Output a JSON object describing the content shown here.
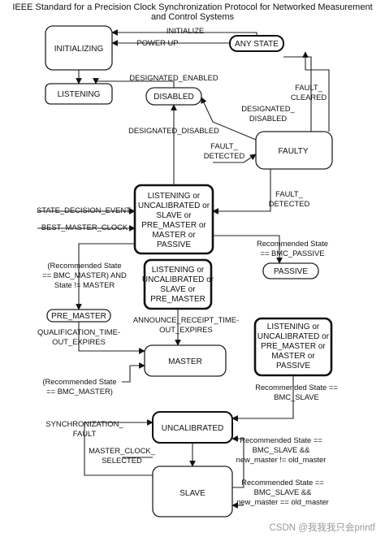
{
  "title": {
    "line1": "IEEE Standard for a Precision Clock Synchronization Protocol for Networked Measurement",
    "line2": "and Control Systems"
  },
  "states": {
    "initializing": "INITIALIZING",
    "listening": "LISTENING",
    "disabled": "DISABLED",
    "any_state": "ANY STATE",
    "faulty": "FAULTY",
    "center": [
      "LISTENING or",
      "UNCALIBRATED or",
      "SLAVE or",
      "PRE_MASTER or",
      "MASTER or",
      "PASSIVE"
    ],
    "passive": "PASSIVE",
    "mid": [
      "LISTENING or",
      "UNCALIBRATED or",
      "SLAVE or",
      "PRE_MASTER"
    ],
    "pre_master": "PRE_MASTER",
    "right": [
      "LISTENING or",
      "UNCALIBRATED or",
      "PRE_MASTER or",
      "MASTER or",
      "PASSIVE"
    ],
    "master": "MASTER",
    "uncalibrated": "UNCALIBRATED",
    "slave": "SLAVE"
  },
  "labels": {
    "initialize": "INITIALIZE",
    "power_up": "POWER UP",
    "designated_enabled": "DESIGNATED_ENABLED",
    "fault_cleared": [
      "FAULT_",
      "CLEARED"
    ],
    "designated_disabled_right": [
      "DESIGNATED_",
      "DISABLED"
    ],
    "designated_disabled": "DESIGNATED_DISABLED",
    "fault_detected_left": [
      "FAULT_",
      "DETECTED"
    ],
    "fault_detected_right": [
      "FAULT_",
      "DETECTED"
    ],
    "state_decision_event": "STATE_DECISION_EVENT",
    "best_master_clock": "BEST_MASTER_CLOCK",
    "recommended_passive": [
      "Recommended State",
      "== BMC_PASSIVE"
    ],
    "recommended_master_left": [
      "(Recommended State",
      "== BMC_MASTER) AND",
      "State != MASTER"
    ],
    "announce_receipt": [
      "ANNOUNCE_RECEIPT_TIME-",
      "OUT_EXPIRES"
    ],
    "qualification": [
      "QUALIFICATION_TIME-",
      "OUT_EXPIRES"
    ],
    "recommended_master_lower": [
      "(Recommended State",
      "== BMC_MASTER)"
    ],
    "recommended_slave": [
      "Recommended State ==",
      "BMC_SLAVE"
    ],
    "synchronization_fault": [
      "SYNCHRONIZATION_",
      "FAULT"
    ],
    "master_clock_selected": [
      "MASTER_CLOCK_",
      "SELECTED"
    ],
    "slave_old_master_neq": [
      "Recommended State ==",
      "BMC_SLAVE &&",
      "new_master != old_master"
    ],
    "slave_old_master_eq": [
      "Recommended State ==",
      "BMC_SLAVE &&",
      "new_master == old_master"
    ]
  },
  "watermark": "CSDN @我我我只会printf"
}
